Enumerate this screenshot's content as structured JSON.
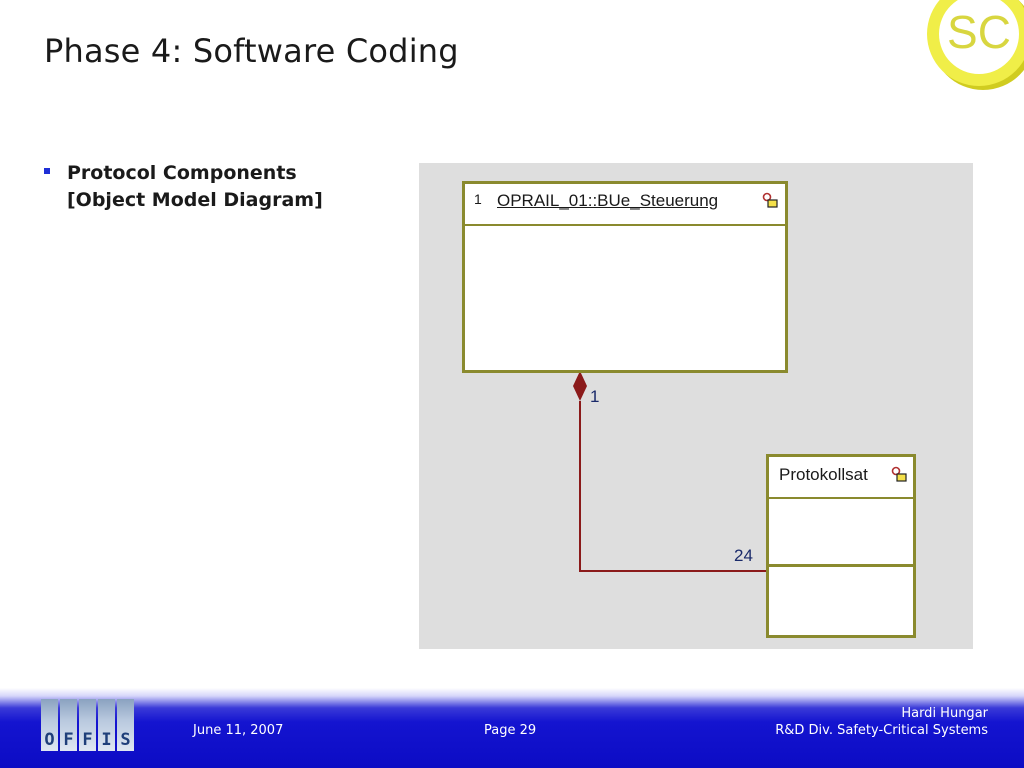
{
  "slide": {
    "title": "Phase 4: Software Coding",
    "bullet": {
      "line1": "Protocol Components",
      "line2": "[Object Model Diagram]"
    }
  },
  "logo": {
    "text": "SC",
    "ring_color": "#e8e63a"
  },
  "diagram": {
    "object1": {
      "multiplicity": "1",
      "name": "OPRAIL_01::BUe_Steuerung"
    },
    "object2": {
      "name": "Protokollsat"
    },
    "association": {
      "multiplicity_near_object1": "1",
      "multiplicity_near_object2": "24",
      "kind": "composition",
      "color": "#8b1a1a"
    },
    "box_border_color": "#8a8a2e",
    "background_color": "#dedede"
  },
  "footer": {
    "date": "June 11, 2007",
    "page": "Page 29",
    "author": "Hardi Hungar",
    "division": "R&D Div. Safety-Critical Systems",
    "logo_letters": [
      "O",
      "F",
      "F",
      "I",
      "S"
    ]
  }
}
